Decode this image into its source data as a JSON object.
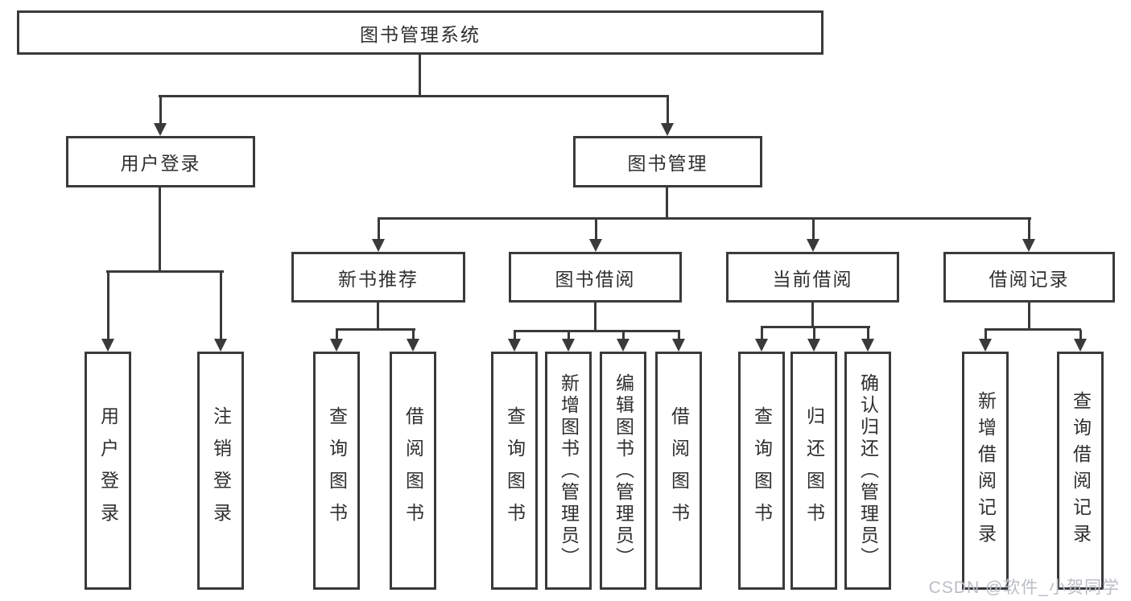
{
  "diagram_title": "图书管理系统",
  "watermark": "CSDN @软件_小贺同学",
  "colors": {
    "line": "#3a3a3a",
    "text": "#2f2f2f",
    "background": "#ffffff",
    "watermark": "#b9bdc4"
  },
  "nodes": {
    "root": {
      "label": "图书管理系统",
      "level": 1,
      "parent": null
    },
    "user_login": {
      "label": "用户登录",
      "level": 2,
      "parent": "root"
    },
    "book_mgmt": {
      "label": "图书管理",
      "level": 2,
      "parent": "root"
    },
    "login": {
      "label": "用户登录",
      "level": 3,
      "parent": "user_login"
    },
    "logout": {
      "label": "注销登录",
      "level": 3,
      "parent": "user_login"
    },
    "new_book_rec": {
      "label": "新书推荐",
      "level": 3,
      "parent": "book_mgmt"
    },
    "book_borrow": {
      "label": "图书借阅",
      "level": 3,
      "parent": "book_mgmt"
    },
    "current_borrow": {
      "label": "当前借阅",
      "level": 3,
      "parent": "book_mgmt"
    },
    "borrow_records": {
      "label": "借阅记录",
      "level": 3,
      "parent": "book_mgmt"
    },
    "rec_query_books": {
      "label": "查询图书",
      "level": 4,
      "parent": "new_book_rec"
    },
    "rec_borrow_books": {
      "label": "借阅图书",
      "level": 4,
      "parent": "new_book_rec"
    },
    "bor_query_books": {
      "label": "查询图书",
      "level": 4,
      "parent": "book_borrow"
    },
    "bor_add_book": {
      "label": "新增图书（管理员）",
      "level": 4,
      "parent": "book_borrow"
    },
    "bor_edit_book": {
      "label": "编辑图书（管理员）",
      "level": 4,
      "parent": "book_borrow"
    },
    "bor_borrow_books": {
      "label": "借阅图书",
      "level": 4,
      "parent": "book_borrow"
    },
    "cur_query_books": {
      "label": "查询图书",
      "level": 4,
      "parent": "current_borrow"
    },
    "cur_return_book": {
      "label": "归还图书",
      "level": 4,
      "parent": "current_borrow"
    },
    "cur_confirm_return": {
      "label": "确认归还（管理员）",
      "level": 4,
      "parent": "current_borrow"
    },
    "rcd_add_record": {
      "label": "新增借阅记录",
      "level": 4,
      "parent": "borrow_records"
    },
    "rcd_query_record": {
      "label": "查询借阅记录",
      "level": 4,
      "parent": "borrow_records"
    }
  }
}
